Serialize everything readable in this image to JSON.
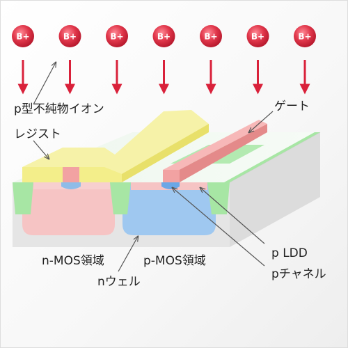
{
  "ion": {
    "label": "B+",
    "count": 7,
    "color": "#e0364a",
    "arrow_color": "#d9213a"
  },
  "labels": {
    "p_impurity_ion": "p型不純物イオン",
    "resist": "レジスト",
    "gate": "ゲート",
    "n_mos_region": "n-MOS領域",
    "p_mos_region": "p-MOS領域",
    "n_well": "nウェル",
    "p_ldd": "p LDD",
    "p_channel": "pチャネル"
  },
  "colors": {
    "resist": "#f3ee8a",
    "gate": "#f2a2a2",
    "substrate": "#e3e3e3",
    "isolation": "#a7e6a4",
    "p_well": "#f6c4c4",
    "n_well": "#9fc8f0",
    "channel": "#6ba7e6"
  }
}
